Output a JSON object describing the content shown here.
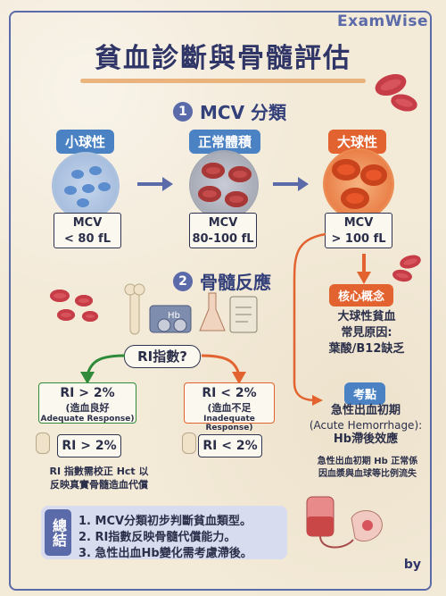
{
  "brand": "ExamWise",
  "title": "貧血診斷與骨髓評估",
  "section1": {
    "num": "1",
    "label": "MCV 分類"
  },
  "section2": {
    "num": "2",
    "label": "骨髓反應"
  },
  "mcv": [
    {
      "tag": "小球性",
      "line1": "MCV",
      "line2": "< 80 fL",
      "color": "#4a82c3"
    },
    {
      "tag": "正常體積",
      "line1": "MCV",
      "line2": "80-100 fL",
      "color": "#4a82c3"
    },
    {
      "tag": "大球性",
      "line1": "MCV",
      "line2": "> 100 fL",
      "color": "#e2632f"
    }
  ],
  "core": {
    "tag": "核心概念",
    "text1": "大球性貧血",
    "text2": "常見原因:",
    "text3": "葉酸/B12缺乏"
  },
  "exam": {
    "tag": "考點",
    "text1": "急性出血初期",
    "text2": "(Acute Hemorrhage):",
    "text3": "Hb滯後效應",
    "note1": "急性出血初期 Hb 正常係",
    "note2": "因血漿與血球等比例流失"
  },
  "ri_question": "RI指數?",
  "left_box": {
    "l1": "RI > 2%",
    "l2": "(造血良好",
    "l3": "Adequate Response)",
    "pill": "RI > 2%"
  },
  "right_box": {
    "l1": "RI < 2%",
    "l2": "(造血不足",
    "l3": "Inadequate Response)",
    "pill": "RI < 2%"
  },
  "ri_note": {
    "l1": "RI 指數需校正 Hct 以",
    "l2": "反映真實骨髓造血代償"
  },
  "summary": {
    "head": "總結",
    "items": [
      "1. MCV分類初步判斷貧血類型。",
      "2. RI指數反映骨髓代償能力。",
      "3. 急性出血Hb變化需考慮滯後。"
    ]
  },
  "by": "by"
}
